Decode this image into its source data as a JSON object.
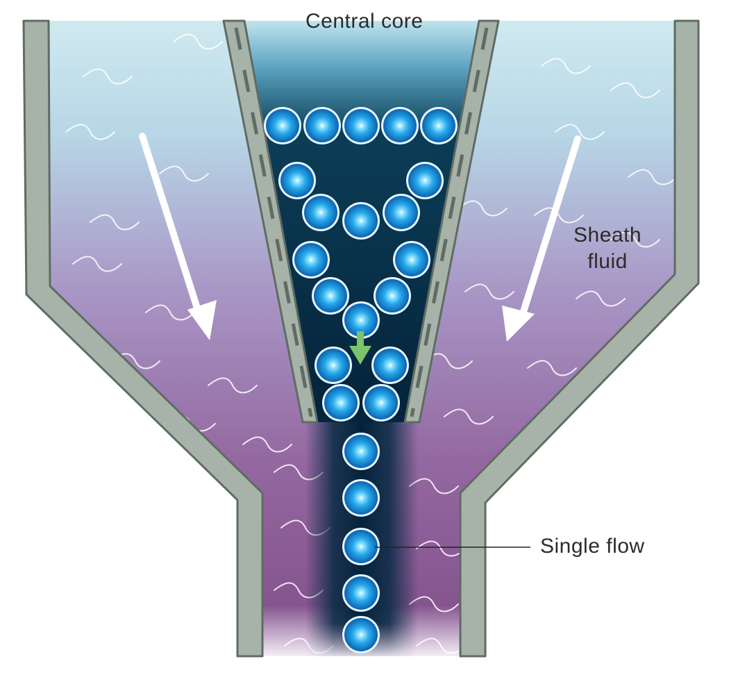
{
  "labels": {
    "central_core": "Central core",
    "sheath_fluid_line1": "Sheath",
    "sheath_fluid_line2": "fluid",
    "single_flow": "Single flow"
  },
  "colors": {
    "wall_fill": "#a7b3a8",
    "wall_edge": "#5f6b63",
    "fluid_top": "#c7e3ec",
    "fluid_mid": "#a78fbf",
    "fluid_bottom": "#85538f",
    "core_dark": "#07273d",
    "core_top": "#6fb2cb",
    "particle": "#1e9fe3",
    "particle_highlight": "#e8fbff",
    "flow_arrow": "#ffffff",
    "direction_arrow": "#7cc36b",
    "label_text": "#2b2b2b",
    "leader_line": "#222222"
  },
  "icons": [
    "down-arrow-icon"
  ]
}
